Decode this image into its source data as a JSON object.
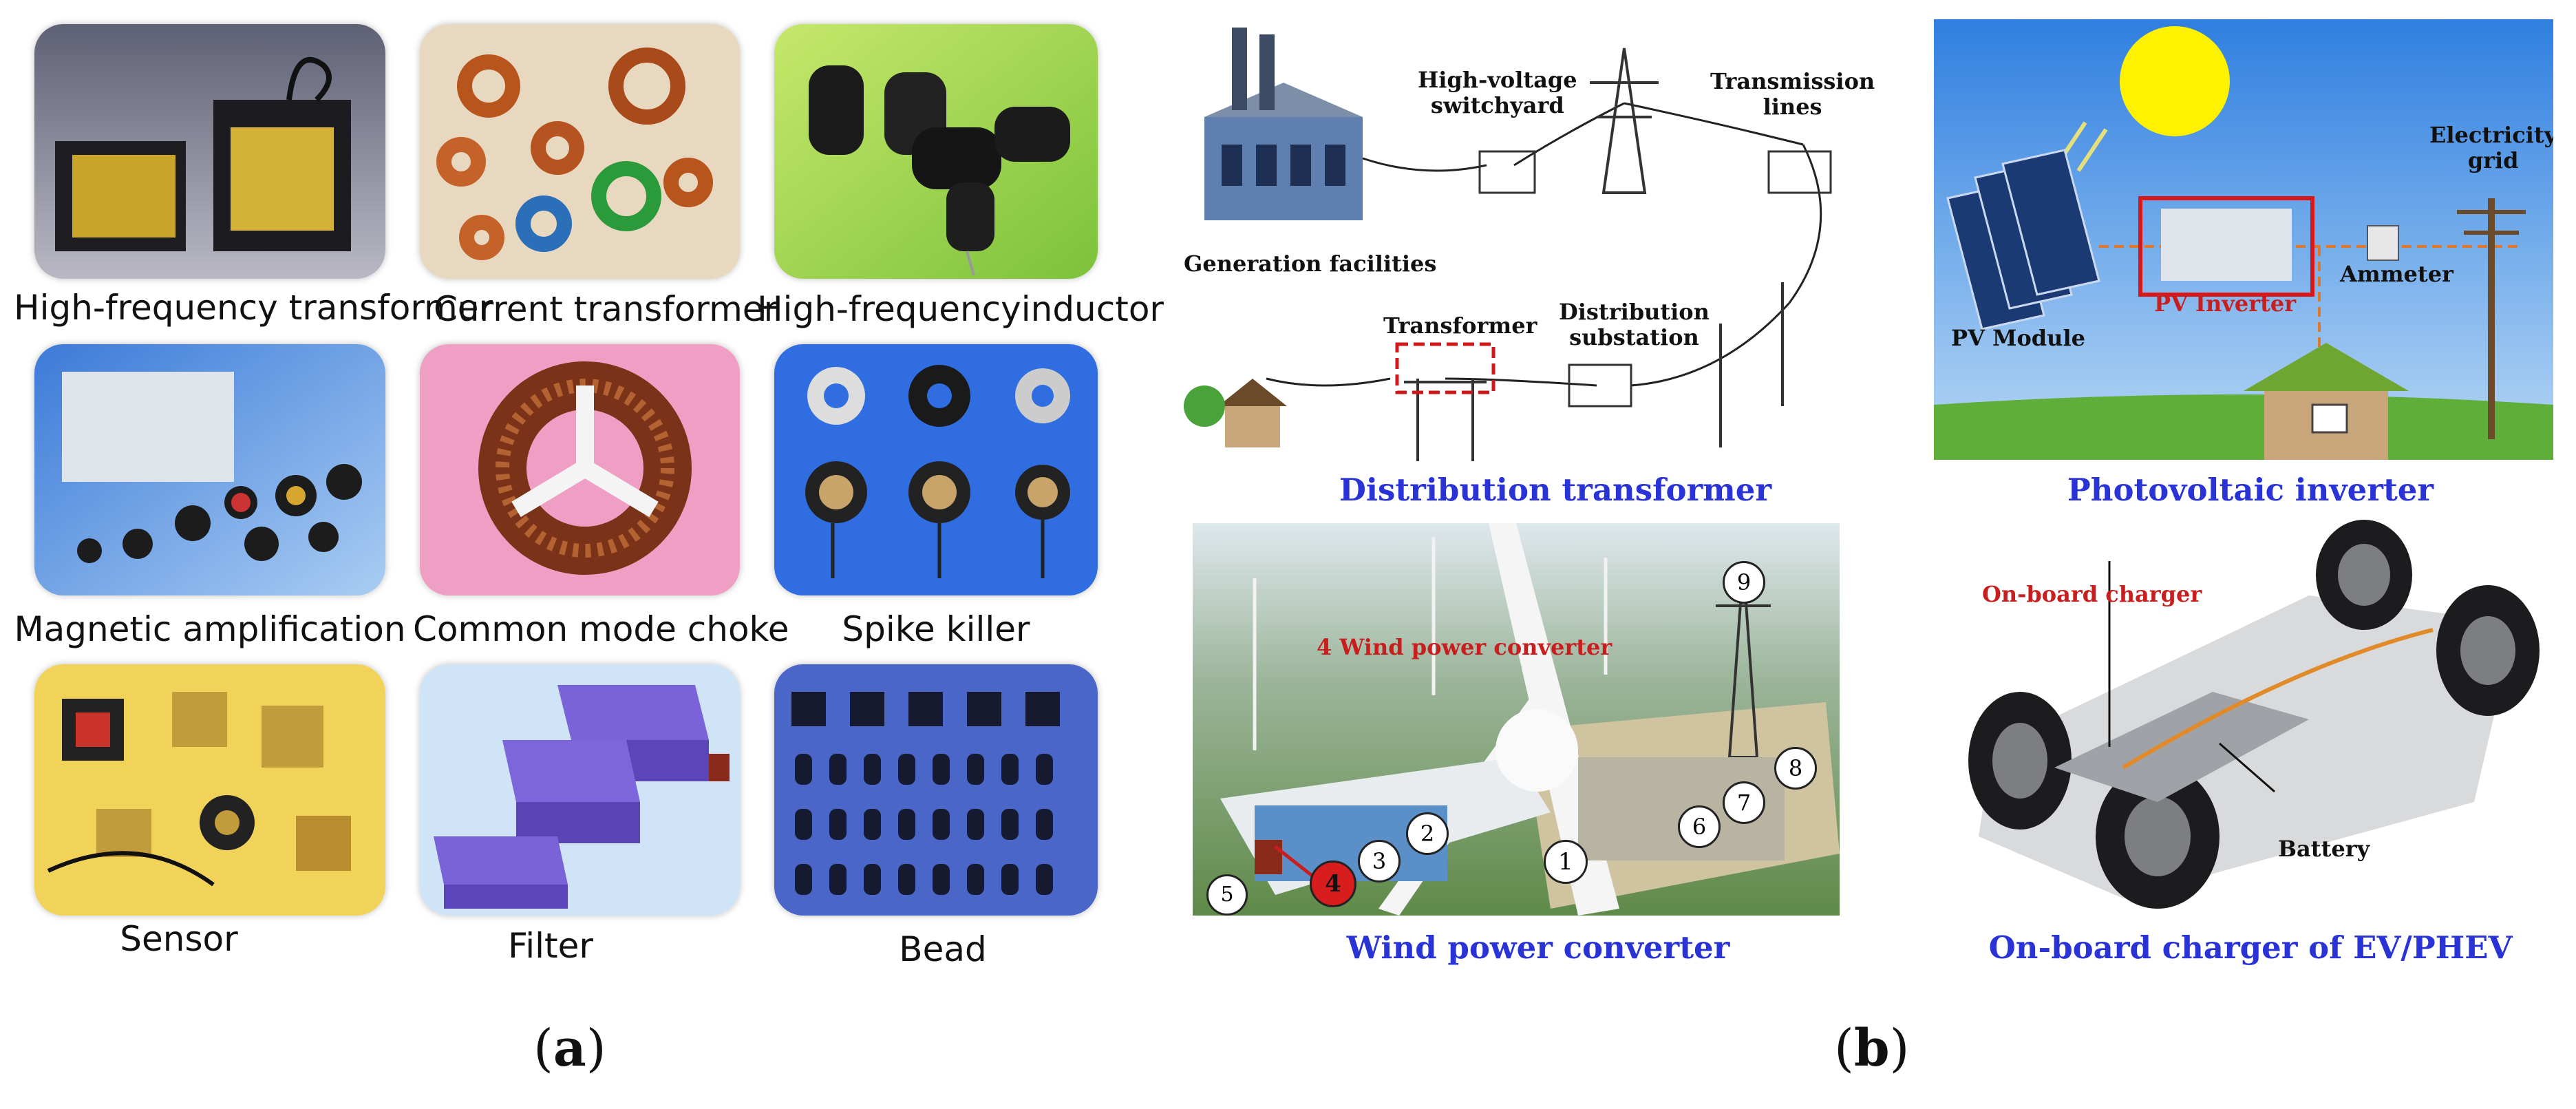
{
  "panel_a": {
    "label_open": "(",
    "label_letter": "a",
    "label_close": ")",
    "tiles": [
      {
        "caption": "High-frequency transformer"
      },
      {
        "caption": "Current transformer"
      },
      {
        "caption": "High-frequencyinductor"
      },
      {
        "caption": "Magnetic amplification"
      },
      {
        "caption": "Common mode choke"
      },
      {
        "caption": "Spike killer"
      },
      {
        "caption": "Sensor"
      },
      {
        "caption": "Filter"
      },
      {
        "caption": "Bead"
      }
    ]
  },
  "panel_b": {
    "label_open": "(",
    "label_letter": "b",
    "label_close": ")",
    "distribution": {
      "title": "Distribution transformer",
      "generation": "Generation facilities",
      "switchyard_line1": "High-voltage",
      "switchyard_line2": "switchyard",
      "transmission_line1": "Transmission",
      "transmission_line2": "lines",
      "transformer": "Transformer",
      "substation_line1": "Distribution",
      "substation_line2": "substation"
    },
    "pv": {
      "title": "Photovoltaic inverter",
      "module": "PV Module",
      "inverter": "PV Inverter",
      "ammeter": "Ammeter",
      "grid_line1": "Electricity",
      "grid_line2": "grid"
    },
    "wind": {
      "title": "Wind power converter",
      "converter_label": "4 Wind power converter",
      "markers": [
        "1",
        "2",
        "3",
        "4",
        "5",
        "6",
        "7",
        "8",
        "9"
      ]
    },
    "ev": {
      "title": "On-board charger of EV/PHEV",
      "charger": "On-board charger",
      "battery": "Battery"
    }
  },
  "colors": {
    "title_blue": "#2a33d6",
    "label_red": "#c81e1e",
    "sky_blue": "#3d8fe8",
    "grass_green": "#5fae3a"
  }
}
